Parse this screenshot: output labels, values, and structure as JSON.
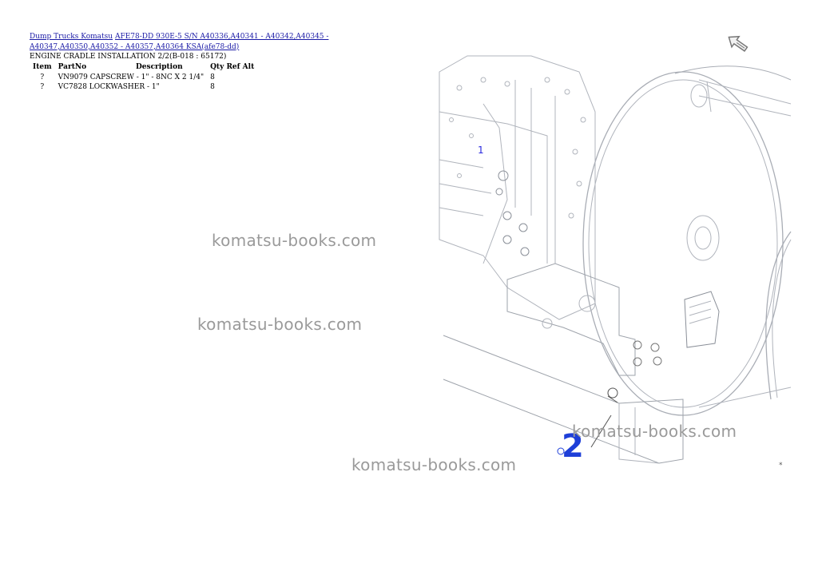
{
  "breadcrumb": {
    "link1": "Dump Trucks Komatsu",
    "link2": "AFE78-DD 930E-5 S/N A40336,A40341 - A40342,A40345 - A40347,A40350,A40352 - A40357,A40364 KSA(afe78-dd)"
  },
  "section_title": "ENGINE CRADLE INSTALLATION 2/2(B-018 : 65172)",
  "table": {
    "headers": [
      "Item",
      "PartNo",
      "Description",
      "Qty Ref Alt"
    ],
    "rows": [
      {
        "item": "?",
        "partno": "VN9079",
        "description": "CAPSCREW - 1\" - 8NC X 2 1/4\"",
        "qty": "8"
      },
      {
        "item": "?",
        "partno": "VC7828",
        "description": "LOCKWASHER - 1\"",
        "qty": "8"
      }
    ]
  },
  "watermark": "komatsu-books.com",
  "drawing": {
    "callout1": "1",
    "callout2": "2",
    "corner_mark": "*"
  }
}
